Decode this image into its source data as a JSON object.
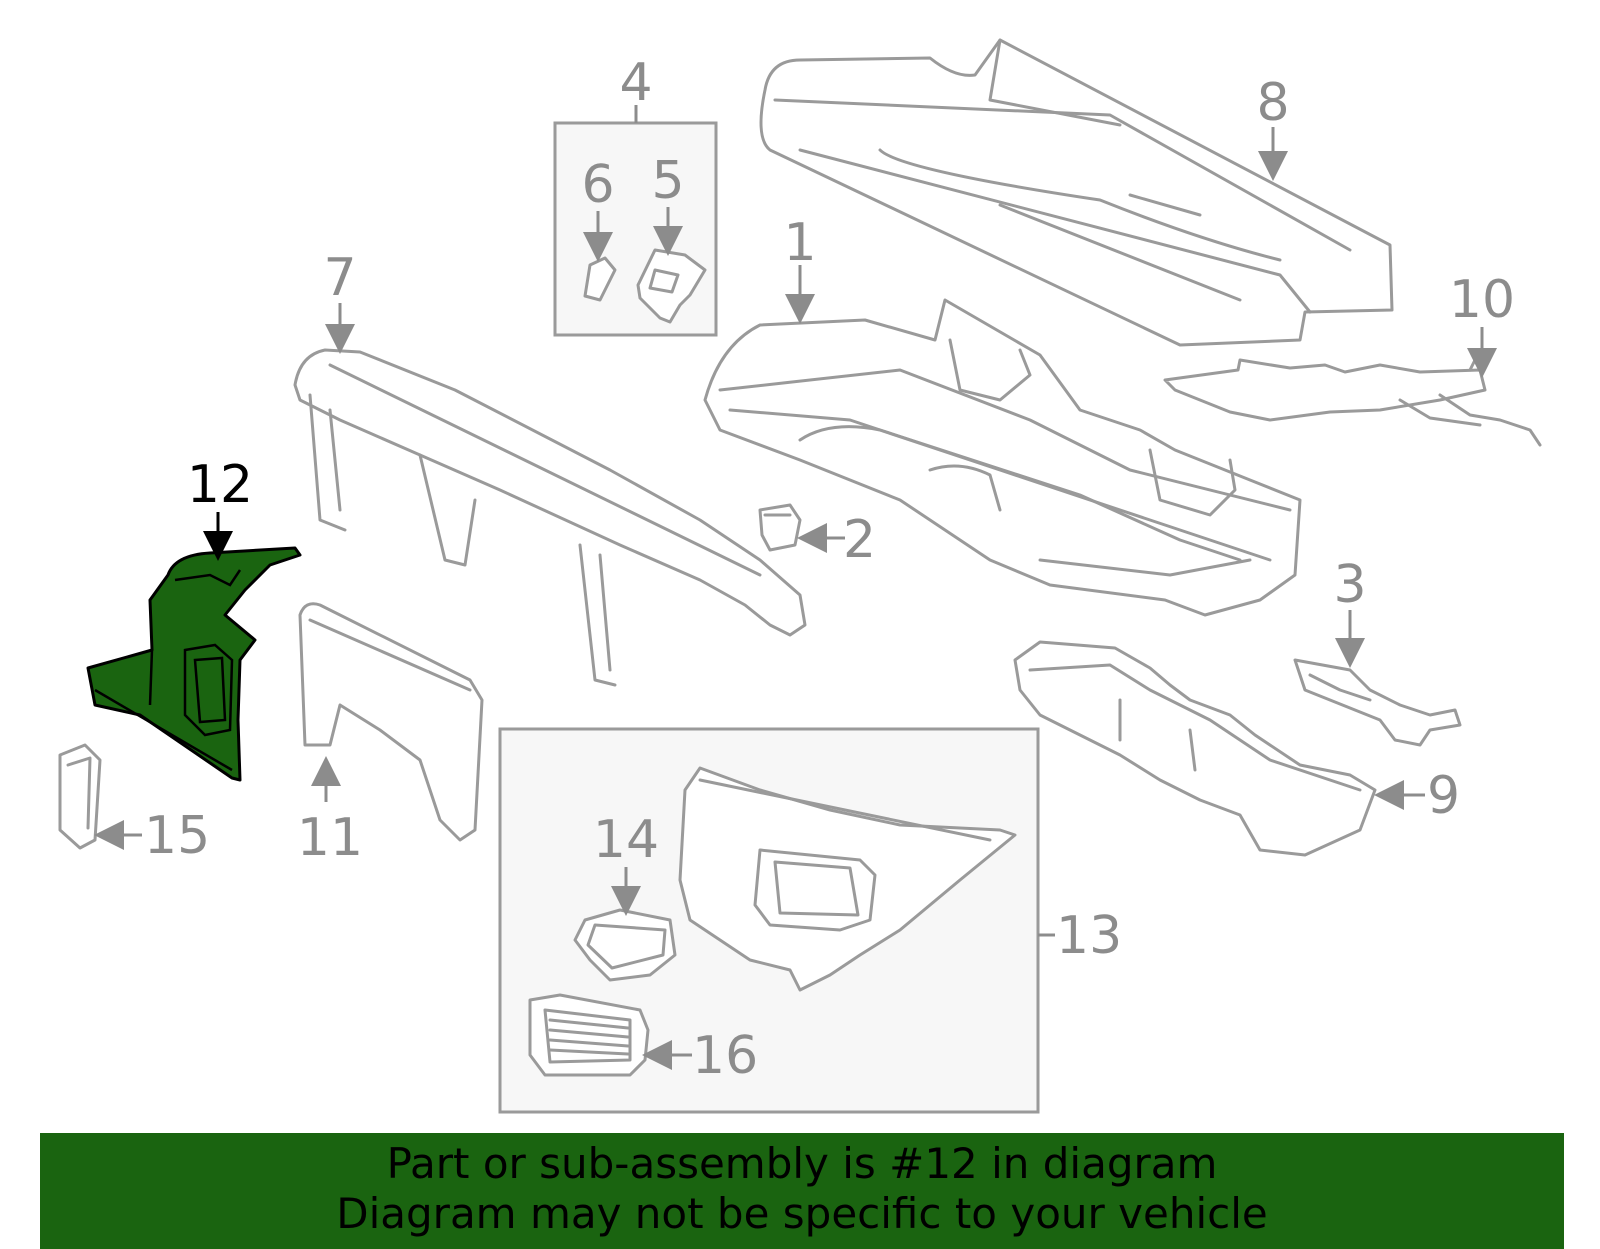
{
  "callouts": {
    "c1": "1",
    "c2": "2",
    "c3": "3",
    "c4": "4",
    "c5": "5",
    "c6": "6",
    "c7": "7",
    "c8": "8",
    "c9": "9",
    "c10": "10",
    "c11": "11",
    "c12": "12",
    "c13": "13",
    "c14": "14",
    "c15": "15",
    "c16": "16"
  },
  "highlight": {
    "part": "12",
    "color": "#1a6410"
  },
  "banner": {
    "line1": "Part or sub-assembly is #12 in diagram",
    "line2": "Diagram may not be specific to your vehicle"
  }
}
